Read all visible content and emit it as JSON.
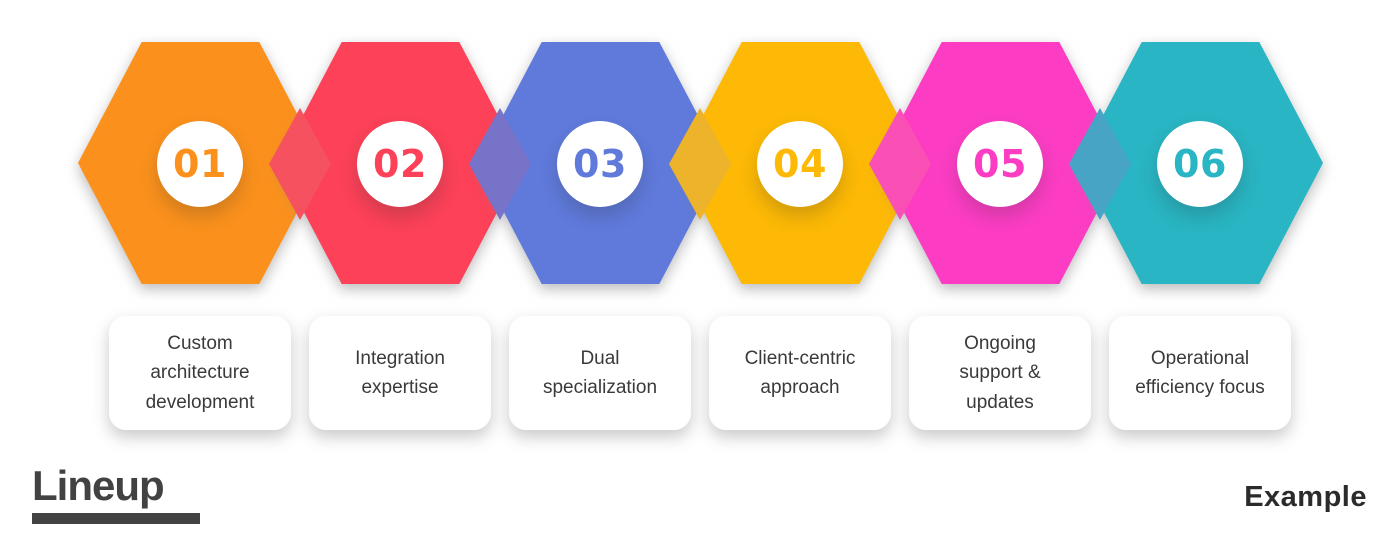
{
  "steps": [
    {
      "number": "01",
      "color": "#FB911C",
      "label": "Custom\narchitecture\ndevelopment"
    },
    {
      "number": "02",
      "color": "#FC4158",
      "label": "Integration\nexpertise"
    },
    {
      "number": "03",
      "color": "#5F7ADB",
      "label": "Dual\nspecialization"
    },
    {
      "number": "04",
      "color": "#FDB905",
      "label": "Client-centric\napproach"
    },
    {
      "number": "05",
      "color": "#FC3DC4",
      "label": "Ongoing\nsupport &\nupdates"
    },
    {
      "number": "06",
      "color": "#29B5C3",
      "label": "Operational\nefficiency focus"
    }
  ],
  "junction_colors": [
    "#F5515F",
    "#7673C8",
    "#ECB32B",
    "#FA4FB4",
    "#47A4C4"
  ],
  "footer": {
    "logo_text": "Lineup",
    "watermark_text": "Example"
  },
  "colors": {
    "background": "#FFFFFF",
    "card_bg": "#FFFFFF",
    "card_text": "#3A3A3A",
    "logo": "#424242",
    "watermark": "#2B2B2B"
  }
}
